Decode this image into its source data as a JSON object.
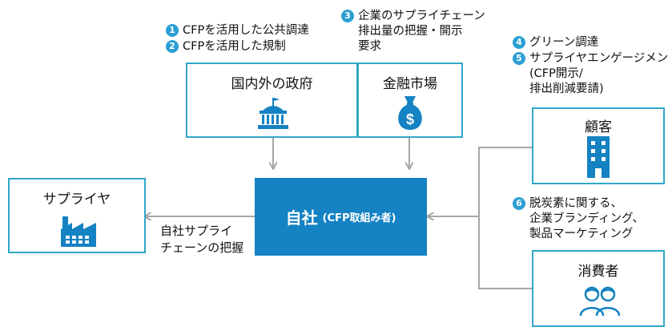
{
  "nodes": {
    "government": "国内外の政府",
    "financial_market": "金融市場",
    "customer": "顧客",
    "supplier": "サプライヤ",
    "consumer": "消費者",
    "self_main": "自社",
    "self_sub": "(CFP取組み者)"
  },
  "labels": {
    "item1": {
      "num": "1",
      "text": "CFPを活用した公共調達"
    },
    "item2": {
      "num": "2",
      "text": "CFPを活用した規制"
    },
    "item3": {
      "num": "3",
      "line1": "企業のサプライチェーン",
      "line2": "排出量の把握・開示",
      "line3": "要求"
    },
    "item4": {
      "num": "4",
      "text": "グリーン調達"
    },
    "item5": {
      "num": "5",
      "line1": "サプライヤエンゲージメント",
      "line2": "(CFP開示/",
      "line3": "排出削減要請)"
    },
    "item6": {
      "num": "6",
      "line1": "脱炭素に関する、",
      "line2": "企業ブランディング、",
      "line3": "製品マーケティング"
    },
    "supplier_arrow_line1": "自社サプライ",
    "supplier_arrow_line2": "チェーンの把握"
  },
  "colors": {
    "accent": "#1482c3",
    "border": "#2fa8c6",
    "number_badge": "#2b9fd3",
    "arrow": "#a6a6a6"
  },
  "icons": [
    "government-building-icon",
    "money-bag-icon",
    "office-building-icon",
    "factory-icon",
    "people-icon"
  ]
}
